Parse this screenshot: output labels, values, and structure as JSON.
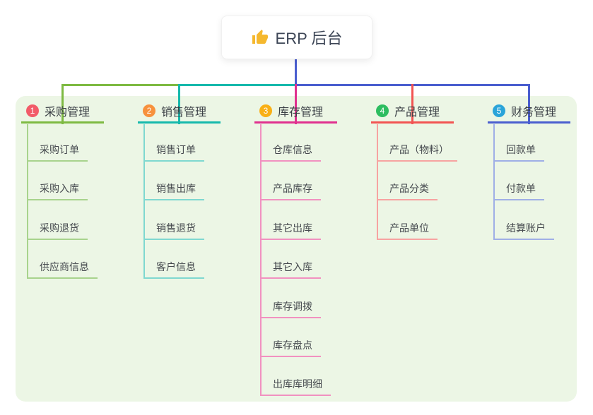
{
  "root": {
    "label": "ERP 后台",
    "icon": "thumbs-up-icon",
    "icon_color": "#f5b82e",
    "connector_color": "#4a5ecf"
  },
  "canvas": {
    "background": "#ffffff",
    "panel_color": "#ecf6e5"
  },
  "branches": [
    {
      "index": "1",
      "label": "采购管理",
      "badge_color": "#f25b69",
      "line_color": "#7eba42",
      "sub_line_color": "#a8d38d",
      "items": [
        "采购订单",
        "采购入库",
        "采购退货",
        "供应商信息"
      ]
    },
    {
      "index": "2",
      "label": "销售管理",
      "badge_color": "#f7913d",
      "line_color": "#16b9ac",
      "sub_line_color": "#7fd8d0",
      "items": [
        "销售订单",
        "销售出库",
        "销售退货",
        "客户信息"
      ]
    },
    {
      "index": "3",
      "label": "库存管理",
      "badge_color": "#f9b015",
      "line_color": "#e0308f",
      "sub_line_color": "#f191c0",
      "items": [
        "仓库信息",
        "产品库存",
        "其它出库",
        "其它入库",
        "库存调拨",
        "库存盘点",
        "出库库明细"
      ]
    },
    {
      "index": "4",
      "label": "产品管理",
      "badge_color": "#2dbd60",
      "line_color": "#f25452",
      "sub_line_color": "#f7a3a1",
      "items": [
        "产品（物料）",
        "产品分类",
        "产品单位"
      ]
    },
    {
      "index": "5",
      "label": "财务管理",
      "badge_color": "#2aa4d9",
      "line_color": "#4a5ecf",
      "sub_line_color": "#9fafe6",
      "items": [
        "回款单",
        "付款单",
        "结算账户"
      ]
    }
  ]
}
